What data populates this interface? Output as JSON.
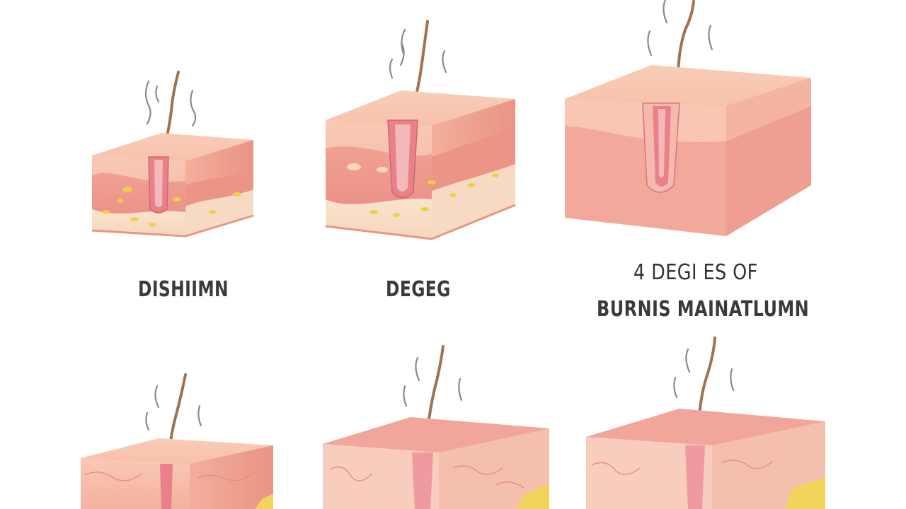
{
  "labels": {
    "panel_1": "DISHIIMN",
    "panel_2": "DEGEG"
  },
  "title": {
    "line_1": "4 DEGI ES OF",
    "line_2": "BURNIS MAINATLUMN"
  },
  "colors": {
    "skin_top": "#f7c3ad",
    "epidermis_band": "#f4b79f",
    "dermis": "#ef9f95",
    "subcutaneous": "#f6dcc4",
    "fat_yellow": "#f2d45a",
    "follicle": "#e9808a",
    "hair": "#a0714f",
    "smoke": "#7d7d7d"
  },
  "icons": [
    "skin-block-icon",
    "hair-strand-icon",
    "smoke-wisp-icon",
    "fat-globule-icon"
  ]
}
